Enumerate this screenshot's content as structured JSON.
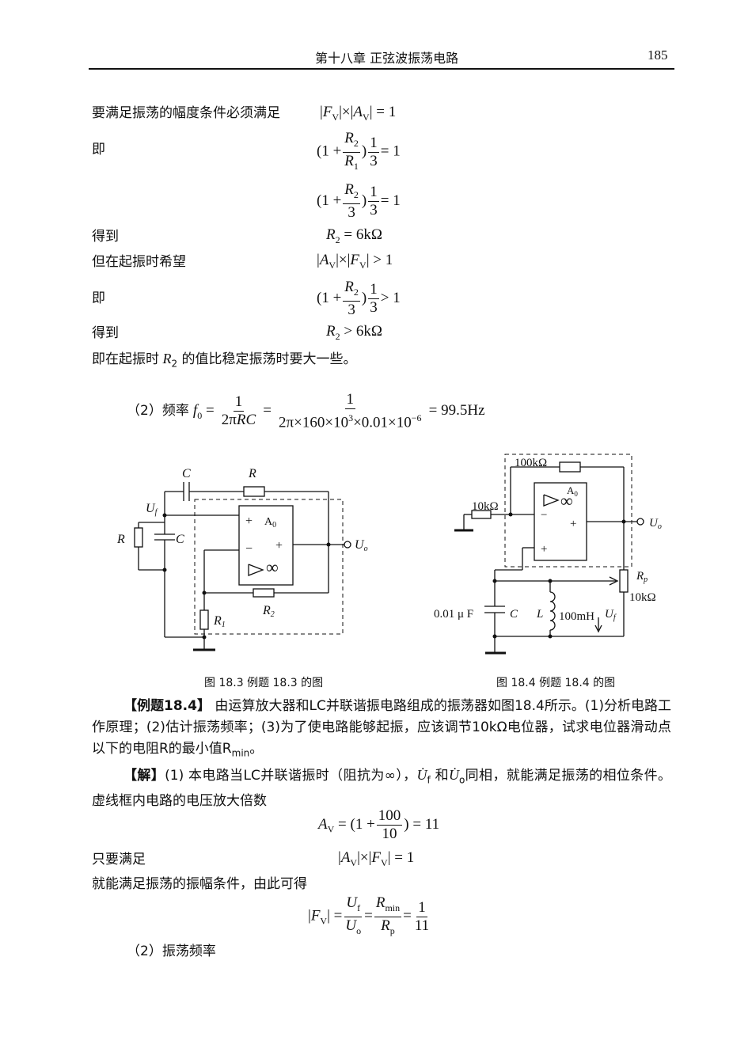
{
  "header": {
    "chapter": "第十八章    正弦波振荡电路",
    "page_number": "185"
  },
  "lines": {
    "l1_label": "要满足振荡的幅度条件必须满足",
    "ji": "即",
    "dedao": "得到",
    "r2_eq": "= 6kΩ",
    "hope": "但在起振时希望",
    "r2_gt": "> 6kΩ",
    "conclusion_a": "即在起振时",
    "conclusion_b": "的值比稳定振荡时要大一些。",
    "freq_label": "（2）频率",
    "freq_value": "= 99.5Hz"
  },
  "figures": {
    "fig183_caption": "图 18.3  例题 18.3 的图",
    "fig184_caption": "图 18.4  例题 18.4 的图",
    "fig184": {
      "r100k": "100kΩ",
      "r10k": "10kΩ",
      "cap": "0.01 μ F",
      "ind": "100mH",
      "pot": "10kΩ"
    }
  },
  "example": {
    "tag": "【例题18.4】",
    "text": "由运算放大器和LC并联谐振电路组成的振荡器如图18.4所示。(1)分析电路工作原理；(2)估计振荡频率；(3)为了使电路能够起振，应该调节10kΩ电位器，试求电位器滑动点以下的电阻R的最小值R",
    "text_sub": "min",
    "text_end": "。"
  },
  "solution": {
    "tag": "【解】",
    "text1": "(1) 本电路当LC并联谐振时（阻抗为∞），",
    "text2": "和",
    "text3": "同相，就能满足振荡的相位条件。虚线框内电路的电压放大倍数",
    "av_value": ") = 11",
    "only_need": "只要满足",
    "amp_cond": "就能满足振荡的振幅条件，由此可得",
    "freq2": "（2）振荡频率"
  }
}
